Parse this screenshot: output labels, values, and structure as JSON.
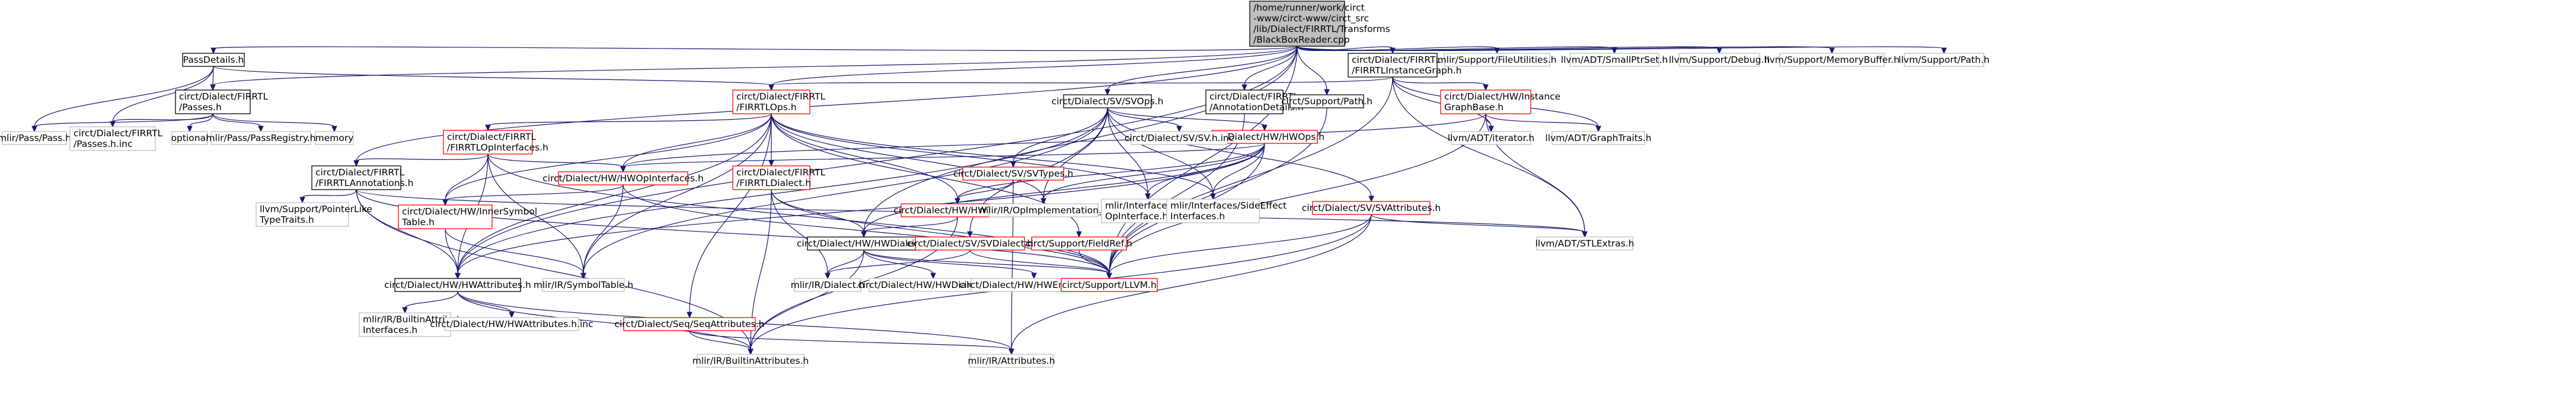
{
  "colors": {
    "edge": "#191970",
    "root_fill": "#bfbfbf",
    "root_border": "#000000",
    "doc_border": "#000000",
    "undoc_border": "#ff0000",
    "sys_border": "#bfbfbf",
    "node_fill": "#ffffff",
    "text": "#000000"
  },
  "nodes": [
    {
      "id": "root",
      "kind": "root",
      "lines": [
        "/home/runner/work/circt",
        "-www/circt-www/circt_src",
        "/lib/Dialect/FIRRTL/Transforms",
        "/BlackBoxReader.cpp"
      ]
    },
    {
      "id": "passdetails",
      "kind": "doc",
      "lines": [
        "PassDetails.h"
      ]
    },
    {
      "id": "firrtl-passes",
      "kind": "doc",
      "lines": [
        "circt/Dialect/FIRRTL",
        "/Passes.h"
      ]
    },
    {
      "id": "firrtl-instancegraph",
      "kind": "doc",
      "lines": [
        "circt/Dialect/FIRRTL",
        "/FIRRTLInstanceGraph.h"
      ]
    },
    {
      "id": "firrtl-ops",
      "kind": "undoc",
      "lines": [
        "circt/Dialect/FIRRTL",
        "/FIRRTLOps.h"
      ]
    },
    {
      "id": "sv-svops",
      "kind": "doc",
      "lines": [
        "circt/Dialect/SV/SVOps.h"
      ]
    },
    {
      "id": "firrtl-annotationdetails",
      "kind": "doc",
      "lines": [
        "circt/Dialect/FIRRTL",
        "/AnnotationDetails.h"
      ]
    },
    {
      "id": "support-path",
      "kind": "doc",
      "lines": [
        "circt/Support/Path.h"
      ]
    },
    {
      "id": "hw-instancegraphbase",
      "kind": "undoc",
      "lines": [
        "circt/Dialect/HW/Instance",
        "GraphBase.h"
      ]
    },
    {
      "id": "llvm-fileutilities",
      "kind": "sys",
      "lines": [
        "mlir/Support/FileUtilities.h"
      ]
    },
    {
      "id": "llvm-smallptrset",
      "kind": "sys",
      "lines": [
        "llvm/ADT/SmallPtrSet.h"
      ]
    },
    {
      "id": "llvm-debug",
      "kind": "sys",
      "lines": [
        "llvm/Support/Debug.h"
      ]
    },
    {
      "id": "llvm-memorybuffer",
      "kind": "sys",
      "lines": [
        "llvm/Support/MemoryBuffer.h"
      ]
    },
    {
      "id": "llvm-path",
      "kind": "sys",
      "lines": [
        "llvm/Support/Path.h"
      ]
    },
    {
      "id": "mlir-pass",
      "kind": "sys",
      "lines": [
        "mlir/Pass/Pass.h"
      ]
    },
    {
      "id": "firrtl-passes-inc",
      "kind": "sys",
      "lines": [
        "circt/Dialect/FIRRTL",
        "/Passes.h.inc"
      ]
    },
    {
      "id": "optional",
      "kind": "sys",
      "lines": [
        "optional"
      ]
    },
    {
      "id": "mlir-passregistry",
      "kind": "sys",
      "lines": [
        "mlir/Pass/PassRegistry.h"
      ]
    },
    {
      "id": "memory",
      "kind": "sys",
      "lines": [
        "memory"
      ]
    },
    {
      "id": "firrtl-opinterfaces",
      "kind": "undoc",
      "lines": [
        "circt/Dialect/FIRRTL",
        "/FIRRTLOpInterfaces.h"
      ]
    },
    {
      "id": "firrtl-annotations",
      "kind": "doc",
      "lines": [
        "circt/Dialect/FIRRTL",
        "/FIRRTLAnnotations.h"
      ]
    },
    {
      "id": "firrtl-dialect",
      "kind": "undoc",
      "lines": [
        "circt/Dialect/FIRRTL",
        "/FIRRTLDialect.h"
      ]
    },
    {
      "id": "hw-hwopinterfaces",
      "kind": "undoc",
      "lines": [
        "circt/Dialect/HW/HWOpInterfaces.h"
      ]
    },
    {
      "id": "hw-innersymboltable",
      "kind": "undoc",
      "lines": [
        "circt/Dialect/HW/InnerSymbol",
        "Table.h"
      ]
    },
    {
      "id": "pointerliketypetraits",
      "kind": "sys",
      "lines": [
        "llvm/Support/PointerLike",
        "TypeTraits.h"
      ]
    },
    {
      "id": "hw-hwattributes",
      "kind": "doc",
      "lines": [
        "circt/Dialect/HW/HWAttributes.h"
      ]
    },
    {
      "id": "mlir-builtinattributeinterfaces",
      "kind": "sys",
      "lines": [
        "mlir/IR/BuiltinAttribute",
        "Interfaces.h"
      ]
    },
    {
      "id": "hw-hwattributes-inc",
      "kind": "sys",
      "lines": [
        "circt/Dialect/HW/HWAttributes.h.inc"
      ]
    },
    {
      "id": "mlir-builtinattributes",
      "kind": "sys",
      "lines": [
        "mlir/IR/BuiltinAttributes.h"
      ]
    },
    {
      "id": "mlir-attributes",
      "kind": "sys",
      "lines": [
        "mlir/IR/Attributes.h"
      ]
    },
    {
      "id": "seq-seqattributes",
      "kind": "undoc",
      "lines": [
        "circt/Dialect/Seq/SeqAttributes.h"
      ]
    },
    {
      "id": "mlir-symboltable",
      "kind": "sys",
      "lines": [
        "mlir/IR/SymbolTable.h"
      ]
    },
    {
      "id": "mlir-dialect",
      "kind": "sys",
      "lines": [
        "mlir/IR/Dialect.h"
      ]
    },
    {
      "id": "hw-hwdialect",
      "kind": "doc",
      "lines": [
        "circt/Dialect/HW/HWDialect.h"
      ]
    },
    {
      "id": "hw-hwdialect-inc",
      "kind": "sys",
      "lines": [
        "circt/Dialect/HW/HWDialect.h.inc"
      ]
    },
    {
      "id": "hw-hwenums-inc",
      "kind": "sys",
      "lines": [
        "circt/Dialect/HW/HWEnums.h.inc"
      ]
    },
    {
      "id": "support-llvm",
      "kind": "undoc",
      "lines": [
        "circt/Support/LLVM.h"
      ]
    },
    {
      "id": "sv-svdialect",
      "kind": "undoc",
      "lines": [
        "circt/Dialect/SV/SVDialect.h"
      ]
    },
    {
      "id": "support-fieldref",
      "kind": "undoc",
      "lines": [
        "circt/Support/FieldRef.h"
      ]
    },
    {
      "id": "hw-hwtypes",
      "kind": "undoc",
      "lines": [
        "circt/Dialect/HW/HWTypes.h"
      ]
    },
    {
      "id": "sv-svtypes",
      "kind": "undoc",
      "lines": [
        "circt/Dialect/SV/SVTypes.h"
      ]
    },
    {
      "id": "hw-hwops",
      "kind": "undoc",
      "lines": [
        "circt/Dialect/HW/HWOps.h"
      ]
    },
    {
      "id": "mlir-opimplementation",
      "kind": "sys",
      "lines": [
        "mlir/IR/OpImplementation.h"
      ]
    },
    {
      "id": "mlir-infertypeopinterface",
      "kind": "sys",
      "lines": [
        "mlir/Interfaces/InferType",
        "OpInterface.h"
      ]
    },
    {
      "id": "mlir-sideeffectinterfaces",
      "kind": "sys",
      "lines": [
        "mlir/Interfaces/SideEffect",
        "Interfaces.h"
      ]
    },
    {
      "id": "sv-sv-inc",
      "kind": "sys",
      "lines": [
        "circt/Dialect/SV/SV.h.inc"
      ]
    },
    {
      "id": "sv-svattributes",
      "kind": "undoc",
      "lines": [
        "circt/Dialect/SV/SVAttributes.h"
      ]
    },
    {
      "id": "llvm-iterator",
      "kind": "sys",
      "lines": [
        "llvm/ADT/iterator.h"
      ]
    },
    {
      "id": "llvm-graphtraits",
      "kind": "sys",
      "lines": [
        "llvm/ADT/GraphTraits.h"
      ]
    },
    {
      "id": "llvm-stlextras",
      "kind": "sys",
      "lines": [
        "llvm/ADT/STLExtras.h"
      ]
    }
  ]
}
